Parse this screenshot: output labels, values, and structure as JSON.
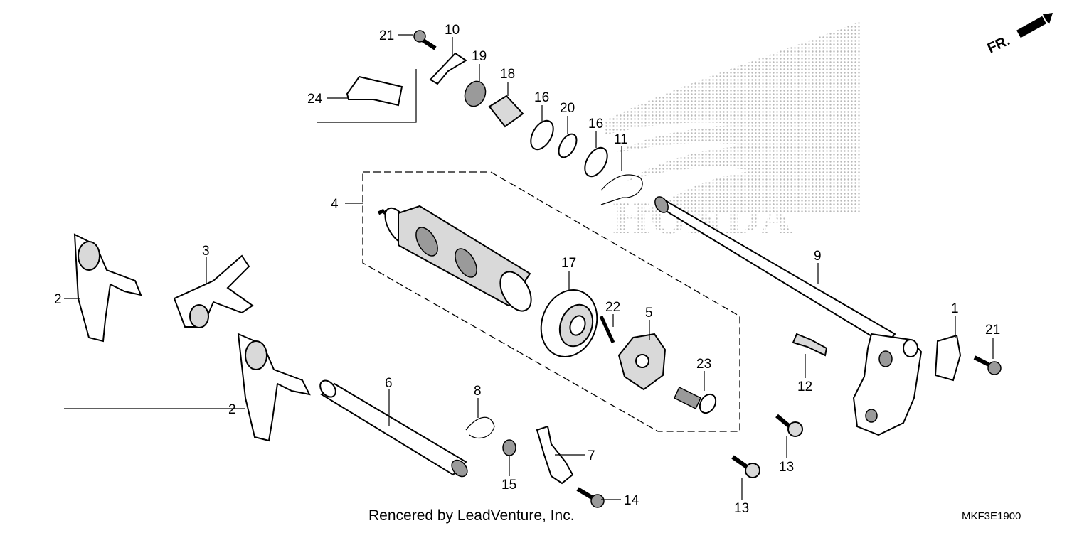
{
  "diagram": {
    "callouts": [
      "1",
      "2",
      "2",
      "3",
      "4",
      "5",
      "6",
      "7",
      "8",
      "9",
      "10",
      "11",
      "12",
      "13",
      "13",
      "14",
      "15",
      "16",
      "16",
      "17",
      "18",
      "19",
      "20",
      "21",
      "21",
      "22",
      "23",
      "24"
    ],
    "logo_text": "HONDA",
    "orientation_label": "FR.",
    "credit": "Rencered by LeadVenture, Inc.",
    "diagram_code": "MKF3E1900"
  },
  "colors": {
    "ink": "#000000",
    "logo_dots": "#b8b8b8",
    "background": "#ffffff"
  }
}
